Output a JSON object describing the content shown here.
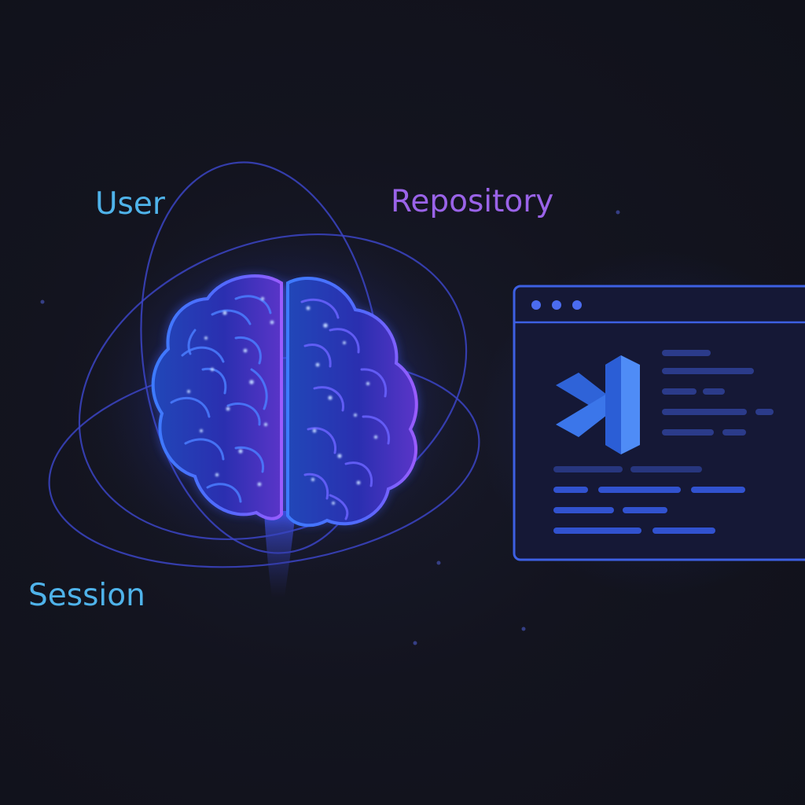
{
  "scene": {
    "labels": {
      "user": "User",
      "repository": "Repository",
      "session": "Session"
    },
    "icons": {
      "brain": "brain-icon",
      "editor_window": "code-editor-window",
      "editor_logo": "vscode-logo-icon"
    }
  },
  "colors": {
    "background": "#11121a",
    "user_label": "#4fb3ea",
    "repository_label": "#9a63e8",
    "session_label": "#4fb3ea",
    "orbit_stroke": "#3f46c9",
    "brain_left": "#2d5cf0",
    "brain_right": "#7a4ee8",
    "window_border": "#3e63e6",
    "logo_blue": "#3a78e8",
    "code_line": "#2f54c8"
  }
}
